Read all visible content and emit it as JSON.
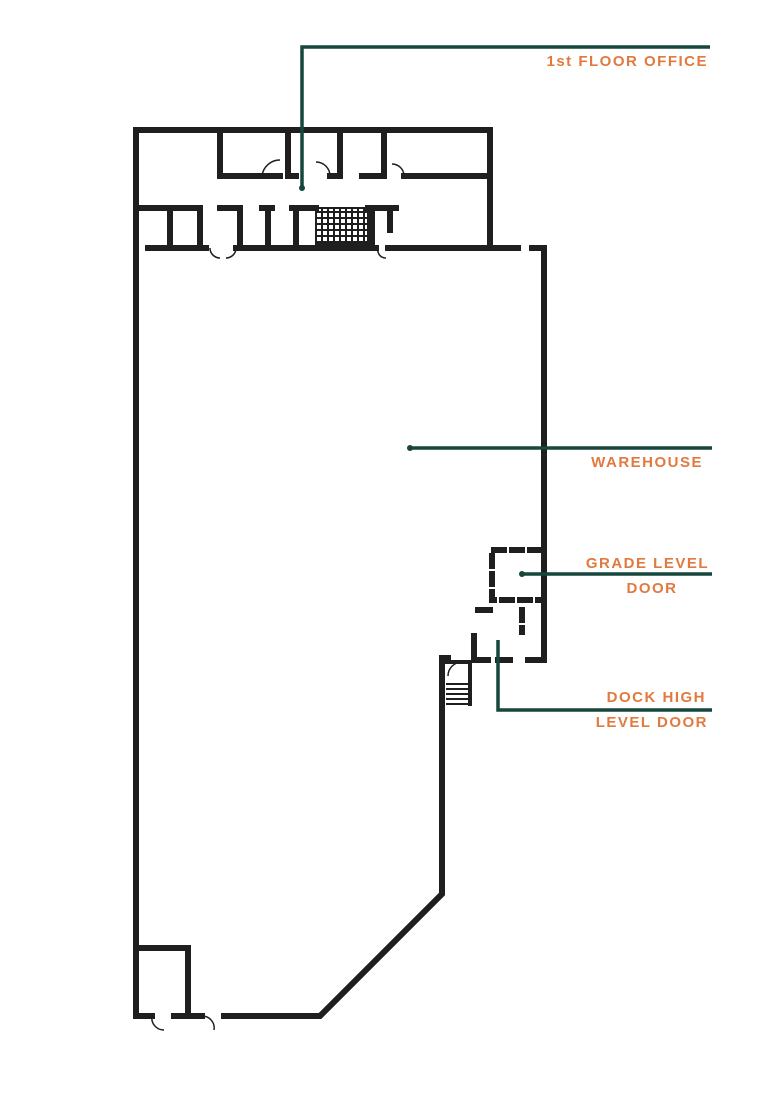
{
  "colors": {
    "wall": "#1f1f1f",
    "leader": "#17473c",
    "label": "#e07a3e"
  },
  "labels": {
    "office": "1st FLOOR OFFICE",
    "warehouse": "WAREHOUSE",
    "grade_door_line1": "GRADE LEVEL",
    "grade_door_line2": "DOOR",
    "dock_door_line1": "DOCK HIGH",
    "dock_door_line2": "LEVEL DOOR"
  }
}
